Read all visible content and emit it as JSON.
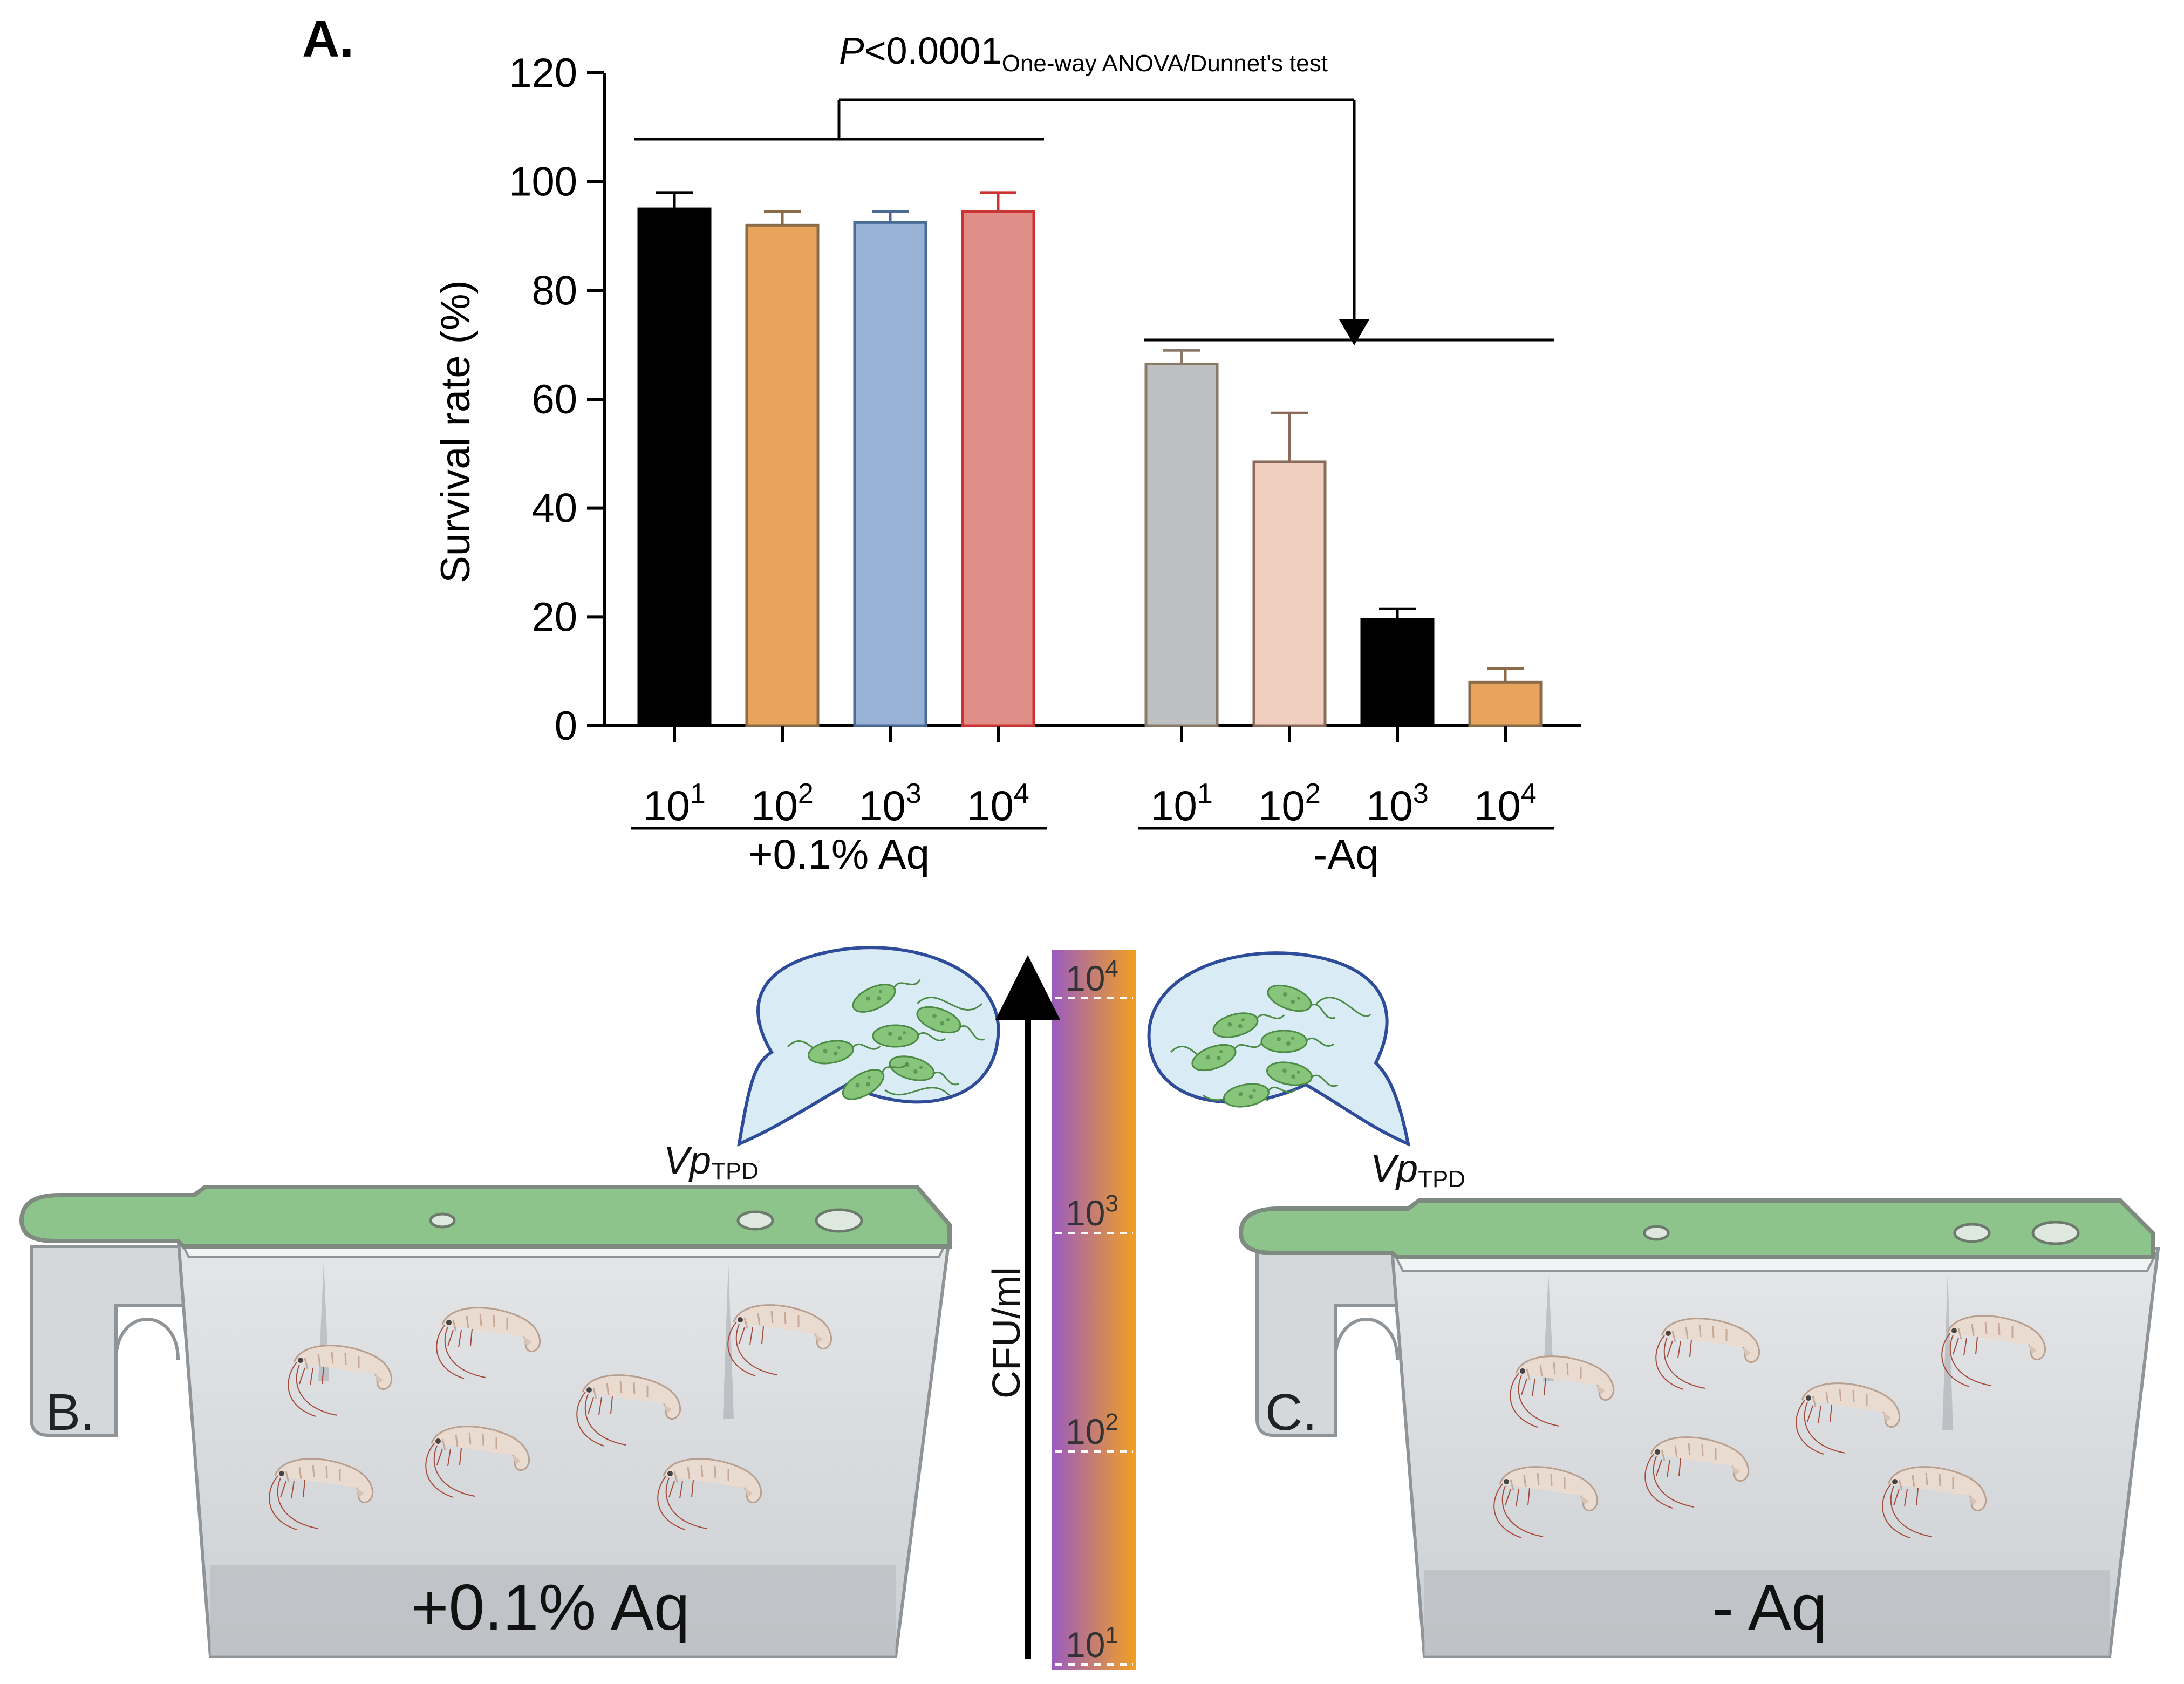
{
  "panel_a": {
    "label": "A."
  },
  "panel_b": {
    "label": "B.",
    "caption": "+0.1% Aq",
    "bacteria_label": "Vp",
    "bacteria_sub": "TPD"
  },
  "panel_c": {
    "label": "C.",
    "caption": "- Aq",
    "bacteria_label": "Vp",
    "bacteria_sub": "TPD"
  },
  "cfu_scale": {
    "label": "CFU/ml",
    "ticks": [
      {
        "base": "10",
        "exp": "4"
      },
      {
        "base": "10",
        "exp": "3"
      },
      {
        "base": "10",
        "exp": "2"
      },
      {
        "base": "10",
        "exp": "1"
      }
    ],
    "colors": {
      "top": "#9a5cc0",
      "bottom": "#f1a022"
    }
  },
  "chart_data": {
    "type": "bar",
    "ylabel": "Survival rate (%)",
    "ylim": [
      0,
      120
    ],
    "yticks": [
      0,
      20,
      40,
      60,
      80,
      100,
      120
    ],
    "groups": [
      {
        "name": "+0.1% Aq",
        "bars": [
          {
            "base": "10",
            "exp": "1",
            "value": 95,
            "error": 3,
            "fill": "#000000",
            "stroke": "#000000"
          },
          {
            "base": "10",
            "exp": "2",
            "value": 92,
            "error": 2.5,
            "fill": "#e8a45c",
            "stroke": "#8a6a48"
          },
          {
            "base": "10",
            "exp": "3",
            "value": 92.5,
            "error": 2,
            "fill": "#97b2d4",
            "stroke": "#4a6a96"
          },
          {
            "base": "10",
            "exp": "4",
            "value": 94.5,
            "error": 3.5,
            "fill": "#e08f88",
            "stroke": "#cc3333"
          }
        ]
      },
      {
        "name": "-Aq",
        "bars": [
          {
            "base": "10",
            "exp": "1",
            "value": 66.5,
            "error": 2.5,
            "fill": "#bdbfc1",
            "stroke": "#8a7a6a"
          },
          {
            "base": "10",
            "exp": "2",
            "value": 48.5,
            "error": 9,
            "fill": "#f0cfc0",
            "stroke": "#8a6a5a"
          },
          {
            "base": "10",
            "exp": "3",
            "value": 19.5,
            "error": 2,
            "fill": "#000000",
            "stroke": "#000000"
          },
          {
            "base": "10",
            "exp": "4",
            "value": 8,
            "error": 2.5,
            "fill": "#e8a45c",
            "stroke": "#8a6a48"
          }
        ]
      }
    ],
    "annotation": {
      "p": "P",
      "text": "<0.0001",
      "sub": "One-way ANOVA/Dunnet's test"
    },
    "colors": {
      "tank_lid": "#8cc48c",
      "tank_body": "#d7d9db",
      "bacteria": "#86c57a",
      "bubble": "#d9ecf6"
    }
  }
}
